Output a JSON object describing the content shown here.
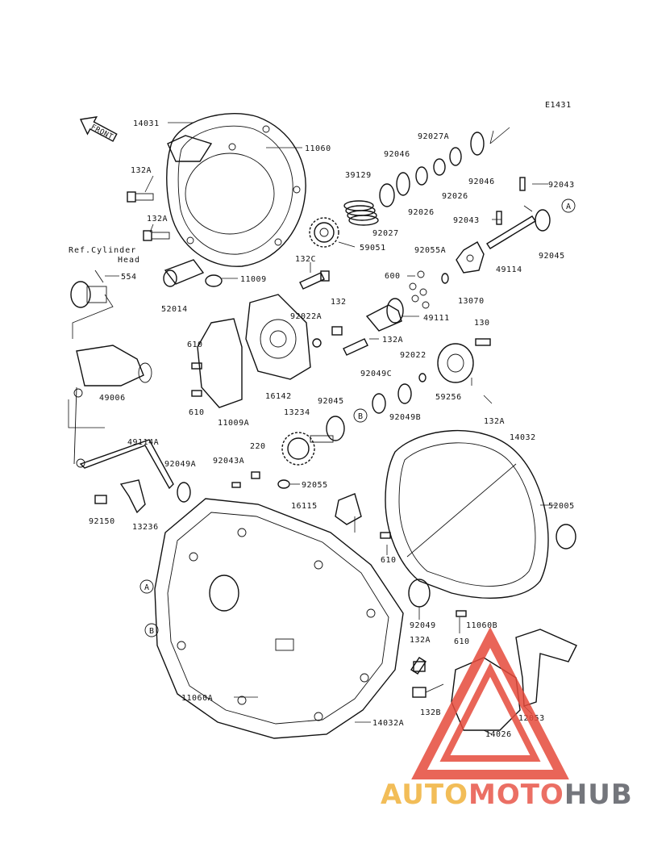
{
  "diagram_code": "E1431",
  "front_label": "FRONT",
  "ref_note": [
    "Ref.Cylinder",
    "Head"
  ],
  "parts": [
    {
      "id": "14031",
      "label": "14031"
    },
    {
      "id": "11060",
      "label": "11060"
    },
    {
      "id": "132A-top",
      "label": "132A"
    },
    {
      "id": "132A-2",
      "label": "132A"
    },
    {
      "id": "554",
      "label": "554"
    },
    {
      "id": "52014",
      "label": "52014"
    },
    {
      "id": "11009",
      "label": "11009"
    },
    {
      "id": "132C",
      "label": "132C"
    },
    {
      "id": "92027A",
      "label": "92027A"
    },
    {
      "id": "92046-a",
      "label": "92046"
    },
    {
      "id": "92046-b",
      "label": "92046"
    },
    {
      "id": "39129",
      "label": "39129"
    },
    {
      "id": "92026-a",
      "label": "92026"
    },
    {
      "id": "92026-b",
      "label": "92026"
    },
    {
      "id": "92027",
      "label": "92027"
    },
    {
      "id": "59051",
      "label": "59051"
    },
    {
      "id": "92043-a",
      "label": "92043"
    },
    {
      "id": "92043-b",
      "label": "92043"
    },
    {
      "id": "92045-a",
      "label": "92045"
    },
    {
      "id": "49114",
      "label": "49114"
    },
    {
      "id": "92055A",
      "label": "92055A"
    },
    {
      "id": "600",
      "label": "600"
    },
    {
      "id": "13070",
      "label": "13070"
    },
    {
      "id": "49111",
      "label": "49111"
    },
    {
      "id": "132-a",
      "label": "132"
    },
    {
      "id": "92022A",
      "label": "92022A"
    },
    {
      "id": "132A-3",
      "label": "132A"
    },
    {
      "id": "610-a",
      "label": "610"
    },
    {
      "id": "610-b",
      "label": "610"
    },
    {
      "id": "49006",
      "label": "49006"
    },
    {
      "id": "16142",
      "label": "16142"
    },
    {
      "id": "11009A",
      "label": "11009A"
    },
    {
      "id": "130",
      "label": "130"
    },
    {
      "id": "92022",
      "label": "92022"
    },
    {
      "id": "59256",
      "label": "59256"
    },
    {
      "id": "92049C",
      "label": "92049C"
    },
    {
      "id": "92045-b",
      "label": "92045"
    },
    {
      "id": "92049B",
      "label": "92049B"
    },
    {
      "id": "13234",
      "label": "13234"
    },
    {
      "id": "132A-4",
      "label": "132A"
    },
    {
      "id": "14032",
      "label": "14032"
    },
    {
      "id": "49114A",
      "label": "49114A"
    },
    {
      "id": "92049A",
      "label": "92049A"
    },
    {
      "id": "92043A",
      "label": "92043A"
    },
    {
      "id": "220",
      "label": "220"
    },
    {
      "id": "92055",
      "label": "92055"
    },
    {
      "id": "16115",
      "label": "16115"
    },
    {
      "id": "52005",
      "label": "52005"
    },
    {
      "id": "92150",
      "label": "92150"
    },
    {
      "id": "13236",
      "label": "13236"
    },
    {
      "id": "610-c",
      "label": "610"
    },
    {
      "id": "92049",
      "label": "92049"
    },
    {
      "id": "11060B",
      "label": "11060B"
    },
    {
      "id": "610-d",
      "label": "610"
    },
    {
      "id": "132A-5",
      "label": "132A"
    },
    {
      "id": "132B",
      "label": "132B"
    },
    {
      "id": "12053",
      "label": "12053"
    },
    {
      "id": "14026",
      "label": "14026"
    },
    {
      "id": "11060A",
      "label": "11060A"
    },
    {
      "id": "14032A",
      "label": "14032A"
    }
  ],
  "callouts": [
    "A",
    "B",
    "A",
    "B"
  ],
  "watermark": {
    "prefix": "AUTO",
    "middle": "MOTO",
    "suffix": "HUB",
    "color_prefix": "#f0b23c",
    "color_middle": "#e8574a",
    "color_suffix": "#5c5f66",
    "triangle_color": "#e64b3c"
  }
}
